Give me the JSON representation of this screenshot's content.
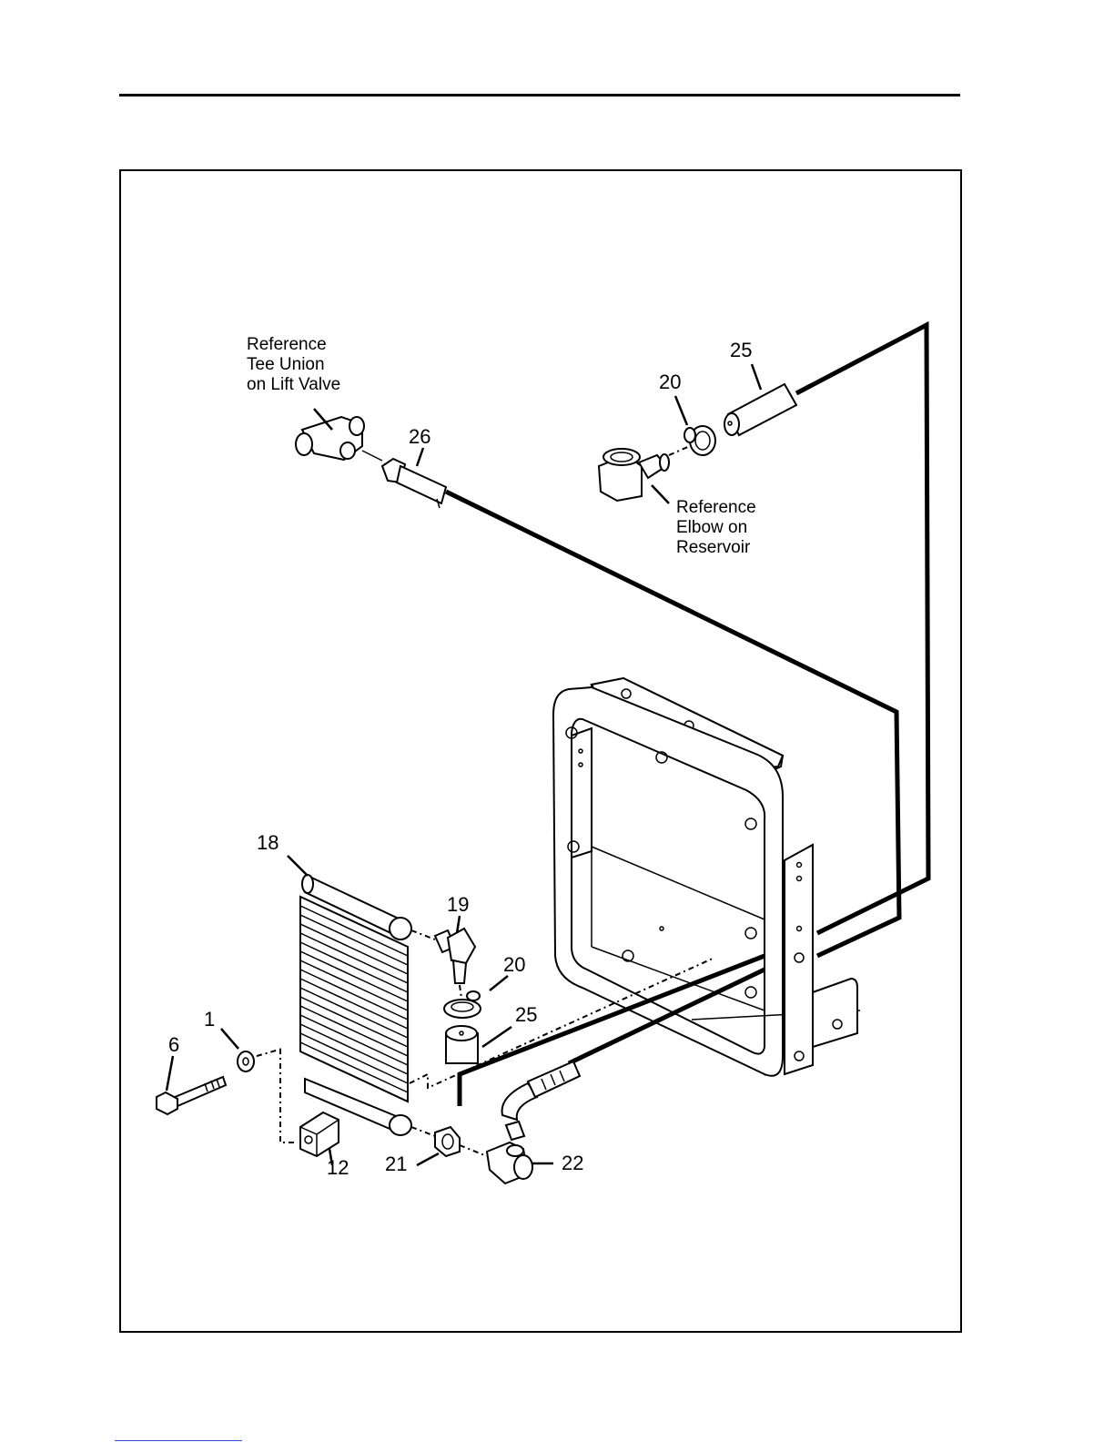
{
  "callouts": {
    "c1": "1",
    "c6": "6",
    "c12": "12",
    "c18": "18",
    "c19": "19",
    "c20_lower": "20",
    "c20_upper": "20",
    "c21": "21",
    "c22": "22",
    "c25_lower": "25",
    "c25_upper": "25",
    "c26": "26"
  },
  "references": {
    "tee_union": [
      "Reference",
      "Tee Union",
      "on Lift Valve"
    ],
    "elbow_reservoir": [
      "Reference",
      "Elbow on",
      "Reservoir"
    ]
  },
  "colors": {
    "ink": "#000000",
    "background": "#ffffff",
    "footer_link": "#2b4bd6"
  }
}
